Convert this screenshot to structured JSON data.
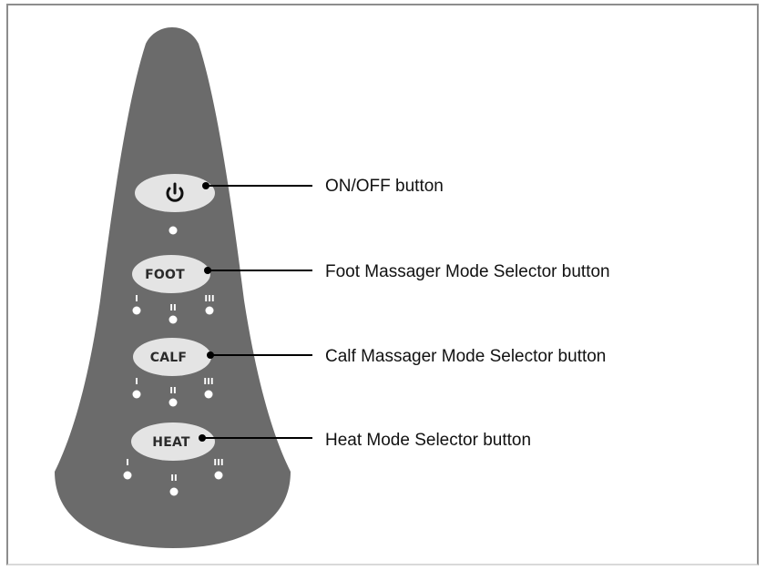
{
  "colors": {
    "panel": "#6b6b6b",
    "button": "#e4e4e4",
    "indicator": "#ffffff",
    "leader_line": "#000000",
    "frame": "#8d8d8d"
  },
  "power_button": {
    "icon": "power-icon",
    "callout": "ON/OFF button"
  },
  "foot_button": {
    "label": "FOOT",
    "callout": "Foot Massager Mode Selector button",
    "levels": [
      "I",
      "II",
      "III"
    ]
  },
  "calf_button": {
    "label": "CALF",
    "callout": "Calf Massager Mode Selector button",
    "levels": [
      "I",
      "II",
      "III"
    ]
  },
  "heat_button": {
    "label": "HEAT",
    "callout": "Heat Mode Selector button",
    "levels": [
      "I",
      "II",
      "III"
    ]
  }
}
